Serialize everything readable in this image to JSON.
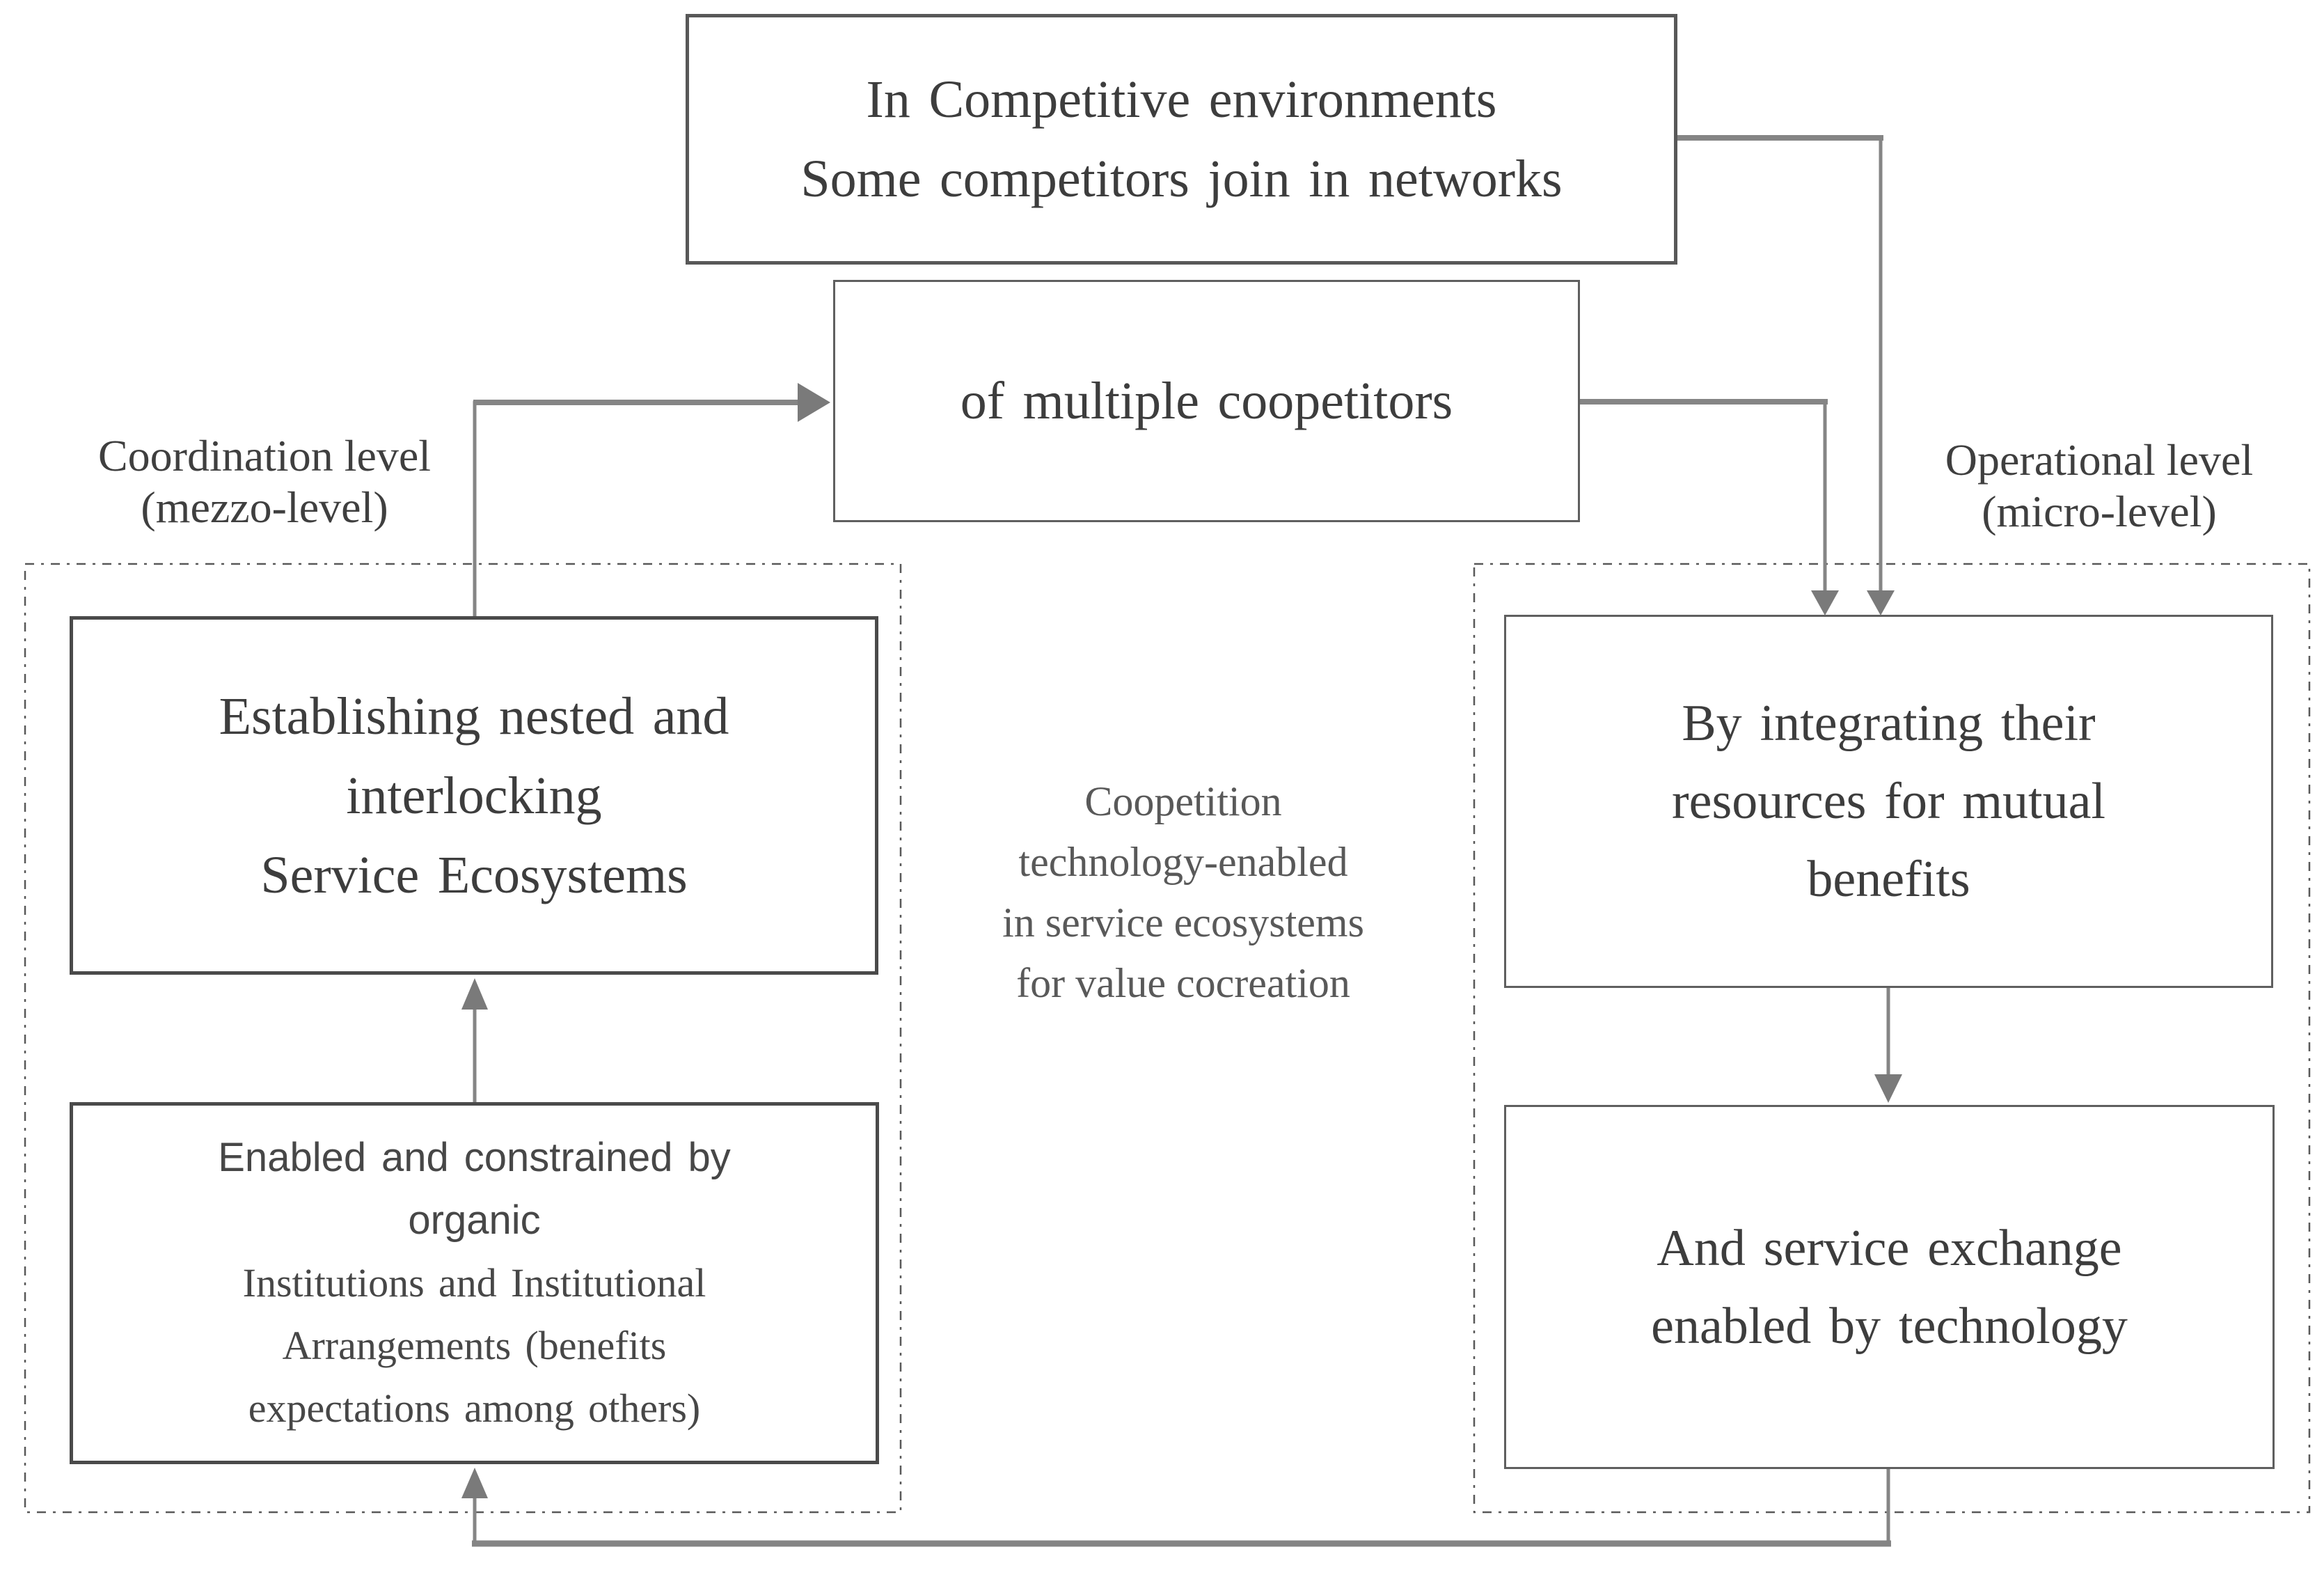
{
  "top_box": {
    "lines": [
      "In Competitive environments",
      "Some competitors join in networks"
    ]
  },
  "coopetitors_box": {
    "text": "of multiple coopetitors"
  },
  "labels": {
    "coordination": {
      "line1": "Coordination level",
      "line2": "(mezzo-level)"
    },
    "operational": {
      "line1": "Operational level",
      "line2": "(micro-level)"
    }
  },
  "center_note": {
    "lines": [
      "Coopetition",
      "technology-enabled",
      "in service ecosystems",
      "for value cocreation"
    ]
  },
  "left_panel": {
    "establishing_box": {
      "lines": [
        "Establishing nested and",
        "interlocking",
        "Service Ecosystems"
      ]
    },
    "enabled_box": {
      "sans_lines": [
        "Enabled and constrained by",
        "organic"
      ],
      "serif_lines": [
        "Institutions and Institutional",
        "Arrangements (benefits",
        "expectations among others)"
      ]
    }
  },
  "right_panel": {
    "integrating_box": {
      "lines": [
        "By integrating their",
        "resources for mutual",
        "benefits"
      ]
    },
    "exchange_box": {
      "lines": [
        "And service exchange",
        "enabled by technology"
      ]
    }
  },
  "colors": {
    "arrow_gray": "#858585",
    "arrowhead_gray": "#7a7a7a",
    "box_border_dark": "#4a4a4a",
    "box_border_mid": "#5f5f5f",
    "dashed_border": "#595959",
    "text_dark": "#3d3d3d",
    "note_gray": "#595959"
  }
}
